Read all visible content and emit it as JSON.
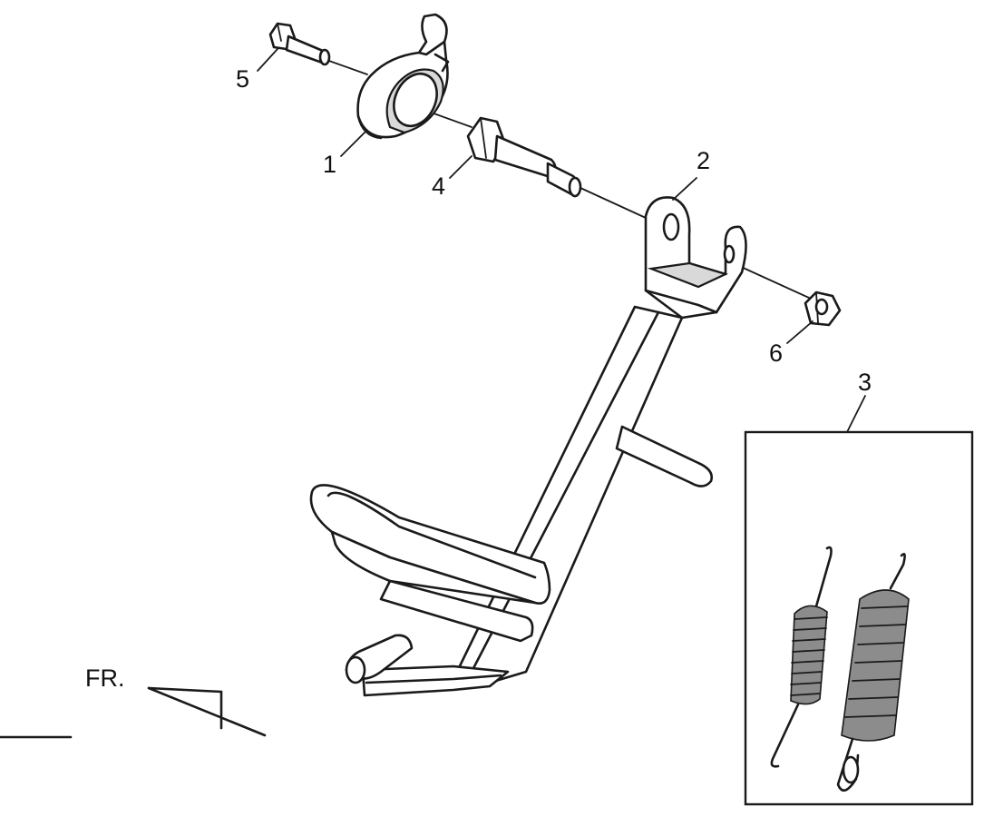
{
  "callouts": [
    {
      "id": "1",
      "label": "1"
    },
    {
      "id": "2",
      "label": "2"
    },
    {
      "id": "3",
      "label": "3"
    },
    {
      "id": "4",
      "label": "4"
    },
    {
      "id": "5",
      "label": "5"
    },
    {
      "id": "6",
      "label": "6"
    }
  ],
  "front_indicator": {
    "label": "FR."
  },
  "icons": [
    "front-direction-arrow-icon"
  ]
}
